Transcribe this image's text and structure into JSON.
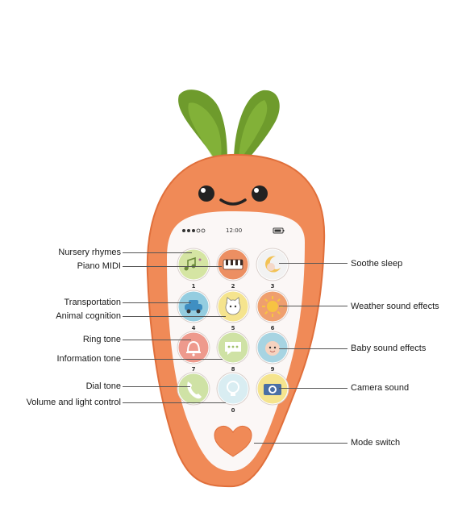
{
  "phone": {
    "status_time": "12:00",
    "signal_dots": 5,
    "colors": {
      "body": "#f08a57",
      "body_dark": "#e06f3b",
      "screen": "#fbf7f6",
      "leaf": "#6e9b2c",
      "leaf_light": "#93c244",
      "heart": "#f08a57"
    }
  },
  "keys": [
    {
      "num": "1",
      "icon": "music-notes-icon",
      "color": "#d5e5a3"
    },
    {
      "num": "2",
      "icon": "piano-keys-icon",
      "color": "#ec8f62"
    },
    {
      "num": "3",
      "icon": "moon-icon",
      "color": "#f2f2f2"
    },
    {
      "num": "4",
      "icon": "car-icon",
      "color": "#94cde0"
    },
    {
      "num": "5",
      "icon": "cat-icon",
      "color": "#f5e48e"
    },
    {
      "num": "6",
      "icon": "sun-icon",
      "color": "#ef9f6e"
    },
    {
      "num": "7",
      "icon": "bell-icon",
      "color": "#ee9a8d"
    },
    {
      "num": "8",
      "icon": "chat-bubble-icon",
      "color": "#cfe2a5"
    },
    {
      "num": "9",
      "icon": "baby-face-icon",
      "color": "#a7d4e2"
    },
    {
      "num": "",
      "icon": "phone-icon",
      "color": "#cfe2a5"
    },
    {
      "num": "0",
      "icon": "lightbulb-icon",
      "color": "#d9edf2"
    },
    {
      "num": "",
      "icon": "camera-icon",
      "color": "#f5e48e"
    }
  ],
  "labels": {
    "left": [
      "Nursery rhymes",
      "Piano MIDI",
      "Transportation",
      "Animal cognition",
      "Ring tone",
      "Information tone",
      "Dial tone",
      "Volume and light control"
    ],
    "right": [
      "Soothe sleep",
      "Weather sound effects",
      "Baby sound effects",
      "Camera sound",
      "Mode switch"
    ]
  }
}
